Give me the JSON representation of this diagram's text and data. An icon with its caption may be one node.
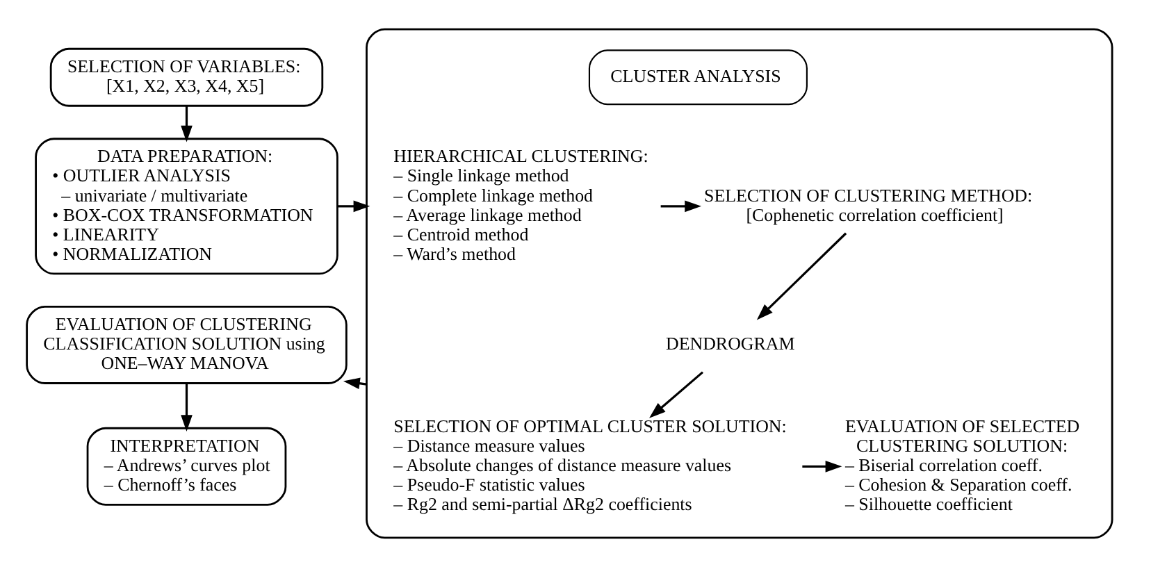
{
  "diagram": {
    "nodes": [
      {
        "text": [
          "SELECTION OF VARIABLES:",
          "[X1, X2, X3, X4, X5]"
        ]
      },
      {
        "text": [
          "DATA PREPARATION:",
          "• OUTLIER ANALYSIS",
          "   – univariate / multivariate",
          "• BOX-COX TRANSFORMATION",
          "• LINEARITY",
          "• NORMALIZATION"
        ]
      },
      {
        "text": [],
        "shape": "box"
      },
      {
        "text": [
          "CLUSTER ANALYSIS"
        ],
        "in": 2
      },
      {
        "text": [
          "HIERARCHICAL CLUSTERING:",
          "– Single linkage method",
          "– Complete linkage method",
          "– Average linkage method",
          "– Centroid method",
          "– Ward’s method"
        ],
        "in": 2
      },
      {
        "text": [
          "SELECTION OF CLUSTERING METHOD:",
          "[Cophenetic correlation coefficient]"
        ],
        "in": 2
      },
      {
        "text": [
          "DENDROGRAM"
        ],
        "in": 2
      },
      {
        "text": [
          "SELECTION OF OPTIMAL CLUSTER SOLUTION:",
          "– Distance measure values",
          "– Absolute changes of distance measure values",
          "– Pseudo-F statistic values",
          "– Rg2 and semi-partial ΔRg2 coefficients"
        ],
        "in": 2
      },
      {
        "text": [
          "EVALUATION OF SELECTED CLUSTERING SOLUTION:",
          "– Biserial correlation coeff.",
          "– Cohesion & Separation coeff.",
          "– Silhouette coefficient"
        ],
        "in": 2
      },
      {
        "text": [
          "EVALUATION OF CLUSTERING CLASSIFICATION SOLUTION using ONE–WAY MANOVA"
        ]
      },
      {
        "text": [
          "INTERPRETATION",
          "– Andrews’ curves plot",
          "– Chernoff’s faces"
        ]
      }
    ],
    "edges": [
      {
        "from": 0,
        "to": 1,
        "arrow": "to"
      },
      {
        "from": 1,
        "to": 2,
        "arrow": "to"
      },
      {
        "from": 4,
        "to": 5,
        "arrow": "to"
      },
      {
        "from": 5,
        "to": 6,
        "arrow": "to"
      },
      {
        "from": 6,
        "to": 7,
        "arrow": "to"
      },
      {
        "from": 7,
        "to": 8,
        "arrow": "to"
      },
      {
        "from": 2,
        "to": 9,
        "arrow": "to"
      },
      {
        "from": 9,
        "to": 10,
        "arrow": "to"
      }
    ]
  }
}
